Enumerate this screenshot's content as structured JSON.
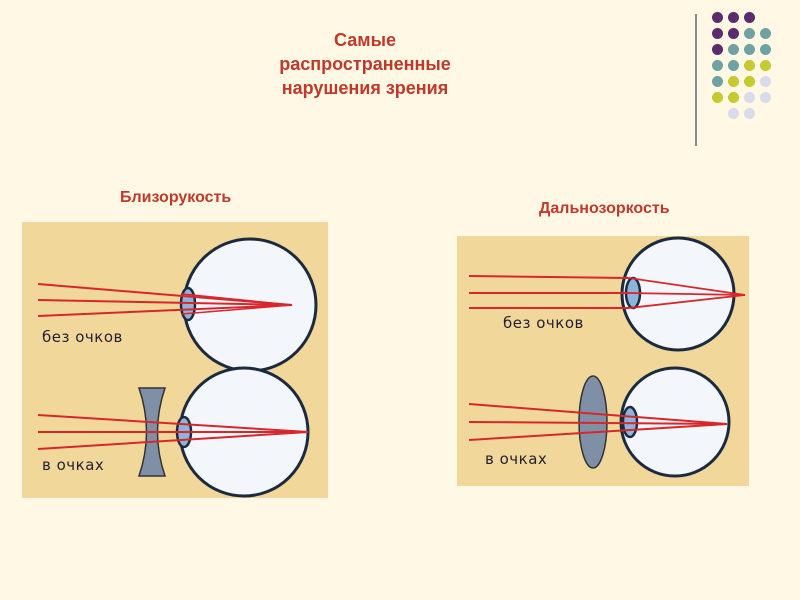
{
  "slide": {
    "title_lines": [
      "Самые",
      "распространенные",
      "нарушения зрения"
    ]
  },
  "myopia": {
    "label": "Близорукость",
    "without_glasses": "без очков",
    "with_glasses": "в очках"
  },
  "hyperopia": {
    "label": "Дальнозоркость",
    "without_glasses": "без очков",
    "with_glasses": "в очках"
  },
  "colors": {
    "accent": "#c0392b",
    "ray": "#d9262a",
    "panel_bg": "#f2d79a",
    "lens": "#7f8fa6",
    "dot_purple": "#5b2b6e",
    "dot_teal": "#6fa3a3",
    "dot_yellow": "#c6c92f",
    "dot_light": "#d9dcea"
  }
}
